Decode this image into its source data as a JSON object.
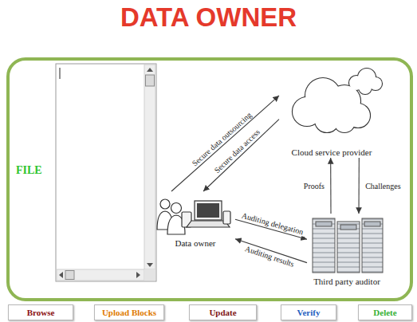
{
  "diagram": {
    "title": "DATA OWNER",
    "nodes": [
      {
        "text": [
          "FILE"
        ]
      },
      {
        "text": [
          "Cloud service provider"
        ],
        "in": 0
      },
      {
        "text": [
          "Data owner"
        ],
        "in": 0
      },
      {
        "text": [
          "Third party auditor"
        ],
        "in": 0
      },
      {
        "text": [
          "Browse"
        ]
      },
      {
        "text": [
          "Upload Blocks"
        ]
      },
      {
        "text": [
          "Update"
        ]
      },
      {
        "text": [
          "Verify"
        ]
      },
      {
        "text": [
          "Delete"
        ]
      }
    ],
    "edges": [
      {
        "from": 2,
        "to": 1,
        "label": "Secure data outsourcing",
        "arrow": "to"
      },
      {
        "from": 1,
        "to": 2,
        "label": "Secure data access",
        "arrow": "to"
      },
      {
        "from": 3,
        "to": 1,
        "label": "Proofs",
        "arrow": "to"
      },
      {
        "from": 1,
        "to": 3,
        "label": "Challenges",
        "arrow": "to"
      },
      {
        "from": 2,
        "to": 3,
        "label": "Auditing delegation",
        "arrow": "to"
      },
      {
        "from": 3,
        "to": 2,
        "label": "Auditing results",
        "arrow": "to"
      }
    ]
  }
}
